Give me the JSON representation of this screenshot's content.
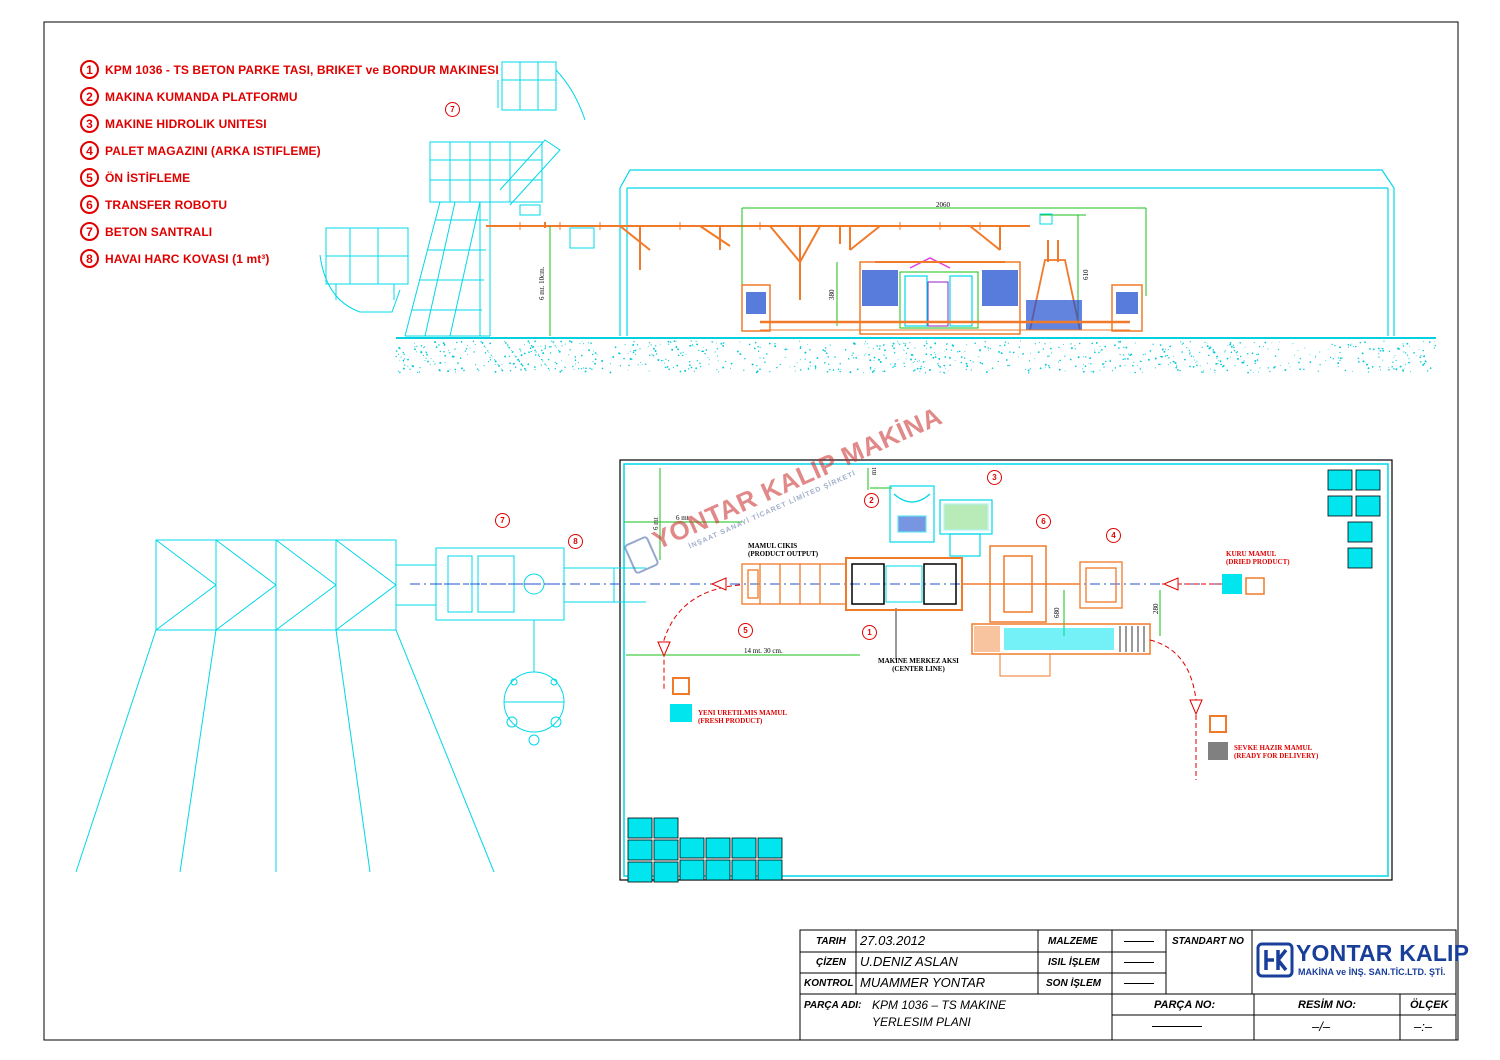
{
  "legend": [
    {
      "num": "1",
      "text": "KPM 1036 - TS BETON PARKE TASI, BRIKET ve BORDUR MAKINESI"
    },
    {
      "num": "2",
      "text": "MAKINA KUMANDA PLATFORMU"
    },
    {
      "num": "3",
      "text": "MAKINE  HIDROLIK UNITESI"
    },
    {
      "num": "4",
      "text": "PALET MAGAZINI (ARKA ISTIFLEME)"
    },
    {
      "num": "5",
      "text": "ÖN İSTİFLEME"
    },
    {
      "num": "6",
      "text": "TRANSFER ROBOTU"
    },
    {
      "num": "7",
      "text": "BETON SANTRALI"
    },
    {
      "num": "8",
      "text": "HAVAI HARC KOVASI (1 mt³)"
    }
  ],
  "elevation": {
    "dim_width": "2060",
    "dim_height": "6 mt. 10cm.",
    "dim_380": "380",
    "dim_610": "610",
    "marker_7": "7"
  },
  "plan": {
    "label_product_output": "MAMUL CIKIS\n(PRODUCT OUTPUT)",
    "label_dried_product": "KURU MAMUL\n(DRIED PRODUCT)",
    "label_fresh_product": "YENI URETILMIS MAMUL\n(FRESH PRODUCT)",
    "label_ready_delivery": "SEVKE HAZIR MAMUL\n(READY FOR DELIVERY)",
    "label_center_line": "MAKINE MERKEZ AKSI\n(CENTER LINE)",
    "dim_6mt_h": "6 mt",
    "dim_6mt_v": "6 mt",
    "dim_14mt": "14 mt. 30 cm.",
    "dim_680": "680",
    "dim_280": "280",
    "dim_mt": "mt"
  },
  "watermark": {
    "main": "YONTAR KALIP MAKİNA",
    "sub": "İNŞAAT SANAYİ TİCARET LİMİTED ŞİRKETİ"
  },
  "title_block": {
    "tarih_label": "TARIH",
    "tarih_value": "27.03.2012",
    "cizen_label": "ÇİZEN",
    "cizen_value": "U.DENIZ ASLAN",
    "kontrol_label": "KONTROL",
    "kontrol_value": "MUAMMER YONTAR",
    "malzeme_label": "MALZEME",
    "malzeme_value": "———",
    "isil_label": "ISIL İŞLEM",
    "isil_value": "———",
    "son_label": "SON İŞLEM",
    "son_value": "———",
    "standart_label": "STANDART NO",
    "parca_adi_label": "PARÇA ADI:",
    "parca_adi_value1": "KPM 1036 – TS MAKINE",
    "parca_adi_value2": "YERLESIM PLANI",
    "parca_no_label": "PARÇA NO:",
    "parca_no_value": "—————",
    "resim_no_label": "RESİM NO:",
    "resim_no_value": "–/–",
    "olcek_label": "ÖLÇEK",
    "olcek_value": "–:–"
  },
  "brand": {
    "name": "YONTAR KALIP",
    "sub": "MAKİNA ve İNŞ. SAN.TİC.LTD. ŞTİ."
  },
  "colors": {
    "cyan": "#00e5ee",
    "red": "#e00000",
    "orange": "#f07a2a",
    "green": "#18c018",
    "blue": "#1a3f9a"
  }
}
